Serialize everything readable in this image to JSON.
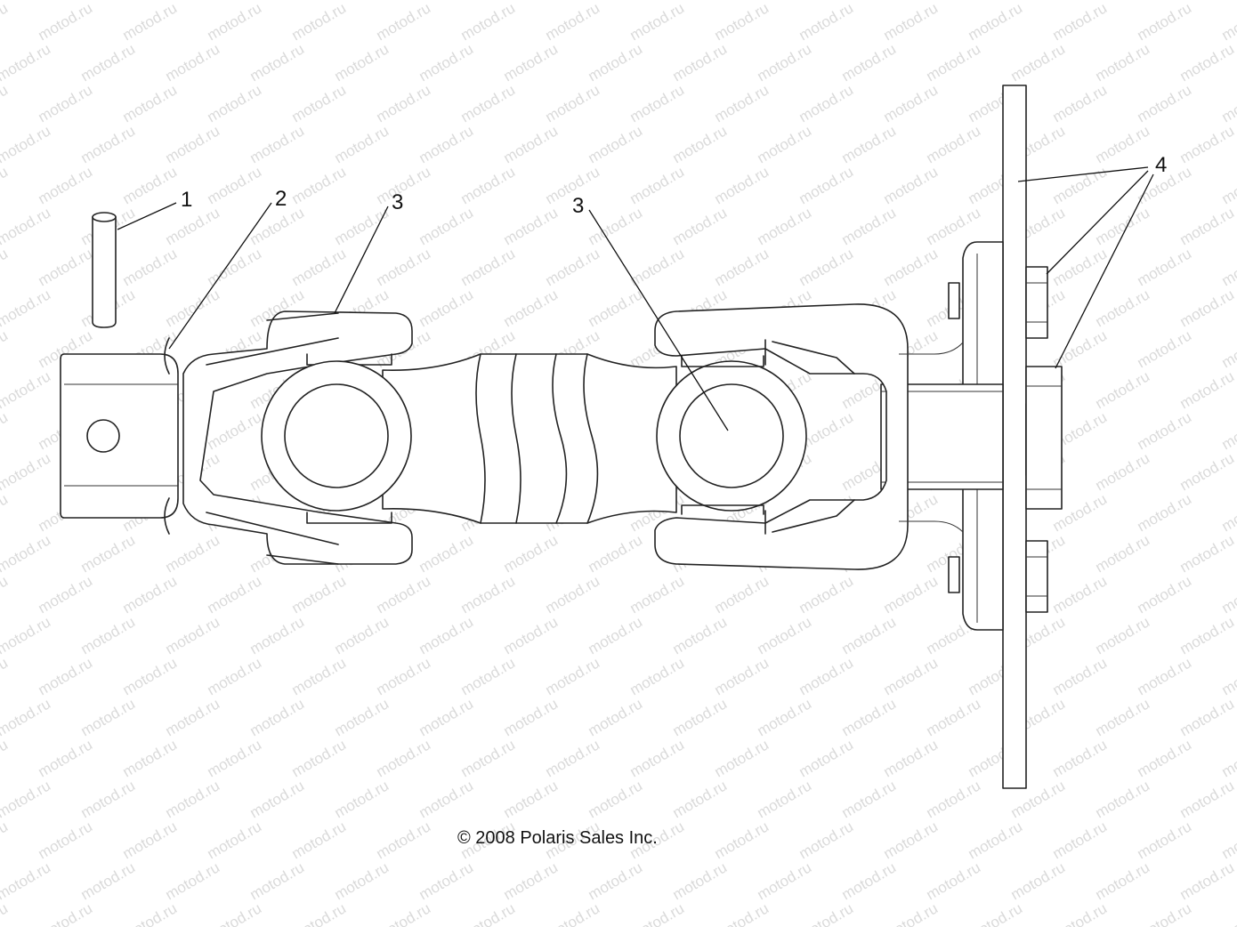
{
  "watermark": {
    "text": "motod.ru"
  },
  "callouts": [
    {
      "id": "1",
      "label": "1"
    },
    {
      "id": "2",
      "label": "2"
    },
    {
      "id": "3a",
      "label": "3"
    },
    {
      "id": "3b",
      "label": "3"
    },
    {
      "id": "4",
      "label": "4"
    }
  ],
  "copyright": "© 2008 Polaris Sales Inc.",
  "colors": {
    "line": "#222222",
    "watermark": "#bdbdbd",
    "background": "#ffffff"
  }
}
